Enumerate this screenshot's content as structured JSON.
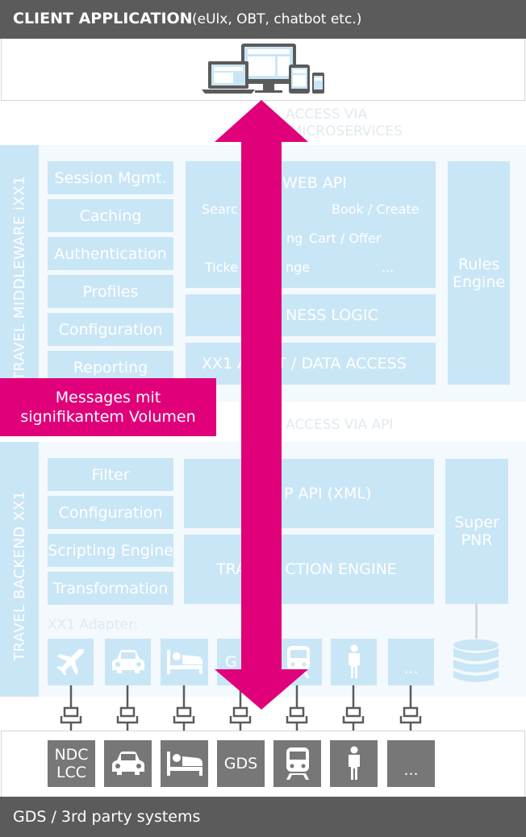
{
  "header": {
    "title": "CLIENT APPLICATION",
    "subtitle": "(eUlx, OBT, chatbot etc.)"
  },
  "access_api_micro": {
    "line1": "ACCESS VIA",
    "line2": "/MICROSERVICES"
  },
  "middleware": {
    "label": "TRAVEL MIDDLEWARE iXX1",
    "left_modules": [
      "Session Mgmt.",
      "Caching",
      "Authentication",
      "Profiles",
      "Configuration",
      "Reporting"
    ],
    "web_api": {
      "title": "WEB API",
      "items": [
        "Searc",
        "Book / Create",
        "ng",
        "Cart / Offer",
        "Ticke",
        "nge",
        "..."
      ]
    },
    "business_logic": "NESS LOGIC",
    "data_access": "XX1 A      T / DATA ACCESS",
    "rules_engine": {
      "line1": "Rules",
      "line2": "Engine"
    }
  },
  "callout": {
    "line1": "Messages mit",
    "line2": "signifikantem Volumen"
  },
  "access_api": "ACCESS VIA API",
  "backend": {
    "label": "TRAVEL BACKEND XX1",
    "left_modules": [
      "Filter",
      "Configuration",
      "Scripting Engine",
      "Transformation"
    ],
    "api_xml": "P API (XML)",
    "transaction_engine": "TRA        CTION ENGINE",
    "super_pnr": {
      "line1": "Super",
      "line2": "PNR"
    },
    "adapters_label": "XX1 Adapter:",
    "adapters": [
      {
        "icon": "airplane-icon",
        "label": ""
      },
      {
        "icon": "car-icon",
        "label": ""
      },
      {
        "icon": "hotel-bed-icon",
        "label": ""
      },
      {
        "icon": "gds-text",
        "label": "G"
      },
      {
        "icon": "train-icon",
        "label": ""
      },
      {
        "icon": "person-icon",
        "label": ""
      },
      {
        "icon": "more-icon",
        "label": "..."
      }
    ]
  },
  "systems": [
    {
      "icon": "ndc-text",
      "label": "NDC LCC"
    },
    {
      "icon": "car-icon",
      "label": ""
    },
    {
      "icon": "hotel-bed-icon",
      "label": ""
    },
    {
      "icon": "gds-text",
      "label": "GDS"
    },
    {
      "icon": "train-icon",
      "label": ""
    },
    {
      "icon": "person-icon",
      "label": ""
    },
    {
      "icon": "more-icon",
      "label": "..."
    }
  ],
  "footer": {
    "title": "GDS / 3rd party systems"
  },
  "colors": {
    "dark_bar": "#5b5b5b",
    "light_blue": "#c9e6f6",
    "magenta": "#e0007a",
    "gray_tile": "#777777"
  }
}
